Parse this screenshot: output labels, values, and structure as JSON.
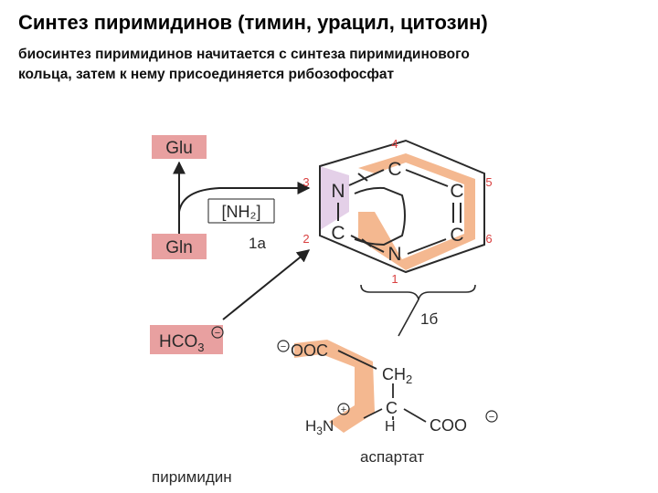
{
  "slide": {
    "title": "Синтез пиримидинов (тимин, урацил, цитозин)",
    "subtitle_line1": "биосинтез пиримидинов начитается с синтеза пиримидинового",
    "subtitle_line2": "кольца, затем к нему присоединяется рибозофосфат"
  },
  "diagram": {
    "glu": "Glu",
    "gln": "Gln",
    "nh2": "[NH₂]",
    "step_1a": "1а",
    "step_1b": "1б",
    "hco3": "HCO",
    "hco3_sub": "3",
    "ring_atoms": {
      "n3": "N",
      "c4": "C",
      "c5": "C",
      "c6": "C",
      "n1": "N",
      "c2": "C"
    },
    "ring_numbers": {
      "n1": "1",
      "c2": "2",
      "n3": "3",
      "c4": "4",
      "c5": "5",
      "c6": "6"
    },
    "aspartate": {
      "ooc": "OOC",
      "ch2": "CH",
      "ch2_sub": "2",
      "c": "C",
      "h": "H",
      "h3n": "H",
      "h3n_sub": "3",
      "n": "N",
      "coo": "COO",
      "name": "аспартат"
    },
    "charges": {
      "minus": "−",
      "plus": "+"
    },
    "pyrimidine_label": "пиримидин"
  },
  "colors": {
    "pink_box": "#e8a0a0",
    "orange_band": "#f4b890",
    "lavender": "#e4d0e8",
    "red_numbers": "#d94040",
    "text": "#2a2a2a"
  }
}
